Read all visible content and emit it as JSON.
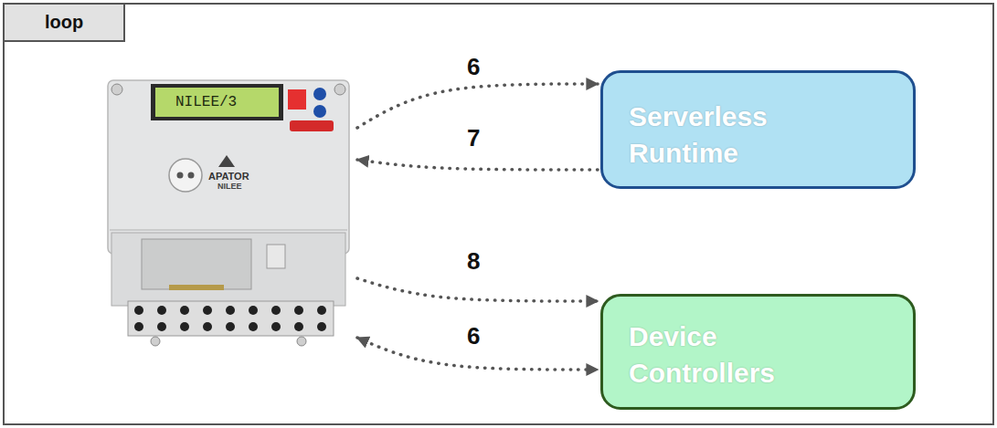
{
  "diagram": {
    "nodes": [
      {
        "text": [
          "loop"
        ]
      },
      {
        "text": [
          "NILEE/3",
          "APATOR",
          "NILEE"
        ],
        "in": 0
      },
      {
        "text": [
          "Serverless Runtime"
        ],
        "in": 0
      },
      {
        "text": [
          "Device Controllers"
        ],
        "in": 0
      }
    ],
    "edges": [
      {
        "from": 1,
        "to": 2,
        "arrow": "to",
        "label": "6"
      },
      {
        "from": 2,
        "to": 1,
        "arrow": "to",
        "label": "7"
      },
      {
        "from": 1,
        "to": 3,
        "arrow": "to",
        "label": "8"
      },
      {
        "from": 1,
        "to": 3,
        "arrow": "both",
        "label": "6"
      }
    ]
  }
}
